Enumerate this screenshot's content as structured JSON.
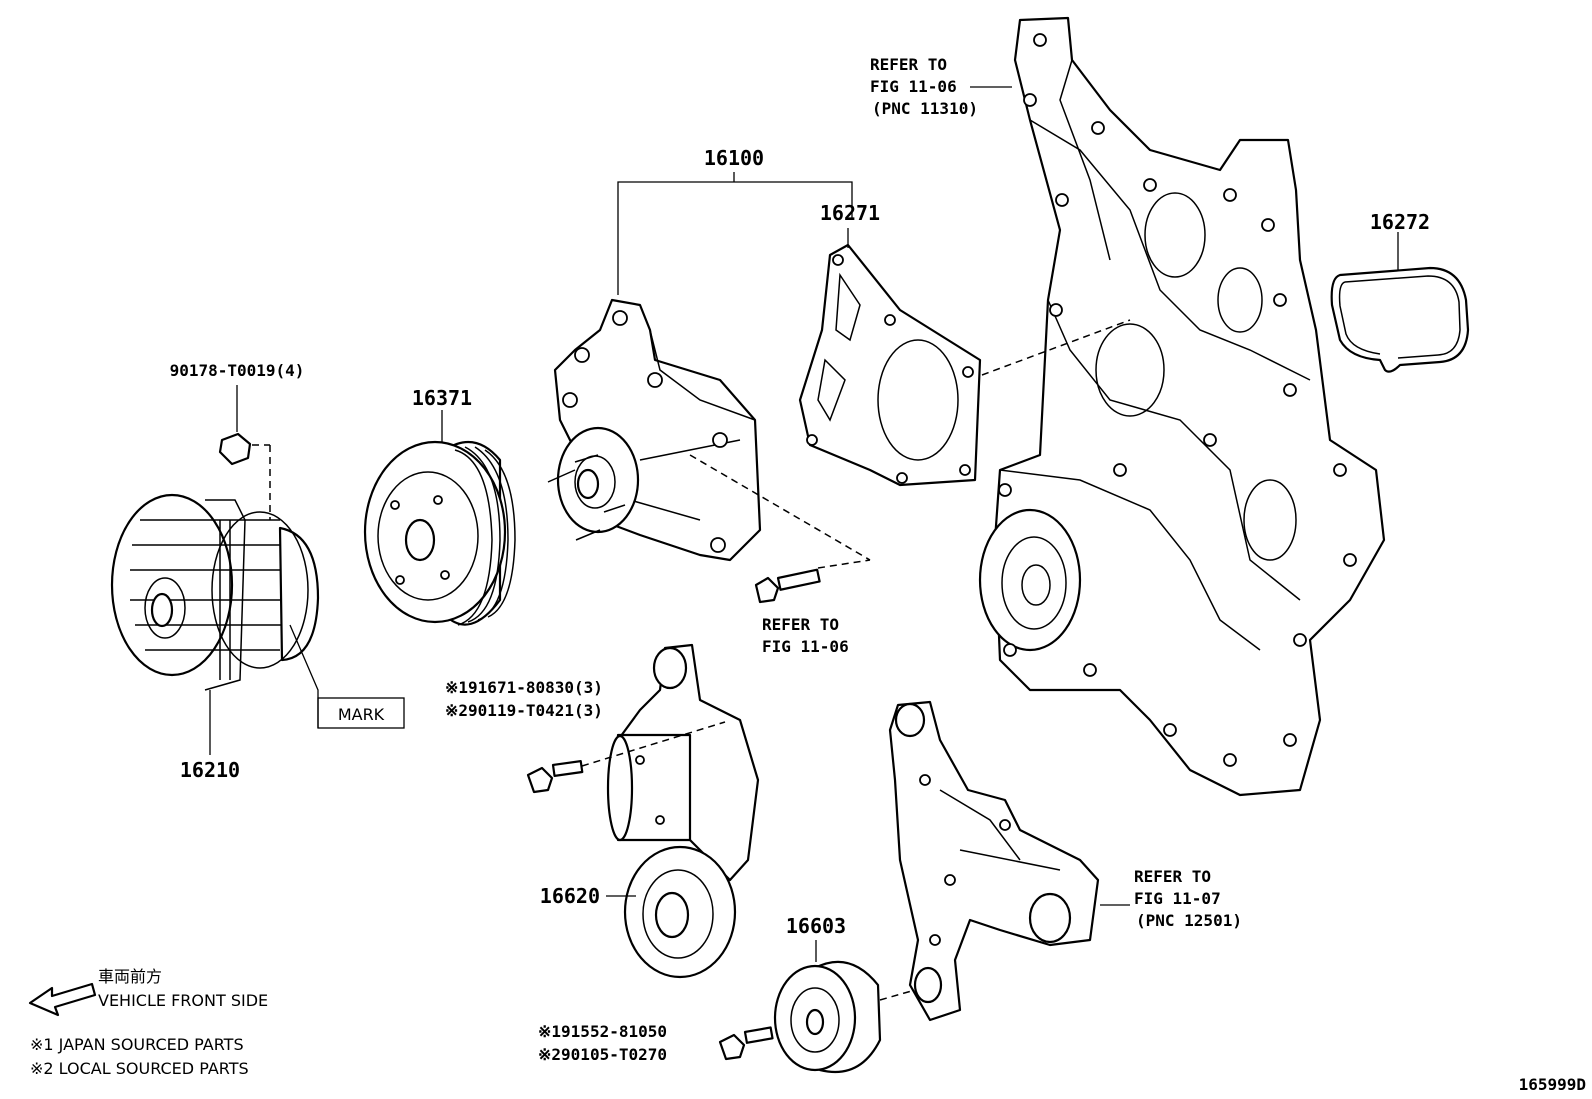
{
  "parts": {
    "p16100": "16100",
    "p16271": "16271",
    "p16272": "16272",
    "p16371": "16371",
    "p16210": "16210",
    "p16620": "16620",
    "p16603": "16603"
  },
  "refs": {
    "ref_cover": {
      "line1": "REFER TO",
      "line2": "FIG 11-06",
      "line3": "(PNC 11310)"
    },
    "ref_bolt": {
      "line1": "REFER TO",
      "line2": "FIG 11-06"
    },
    "ref_bracket": {
      "line1": "REFER TO",
      "line2": "FIG 11-07",
      "line3": "(PNC 12501)"
    }
  },
  "fasteners": {
    "nut": "90178-T0019(4)",
    "tensioner_bolt_1": "※191671-80830(3)",
    "tensioner_bolt_2": "※290119-T0421(3)",
    "idler_bolt_1": "※191552-81050",
    "idler_bolt_2": "※290105-T0270"
  },
  "mark_label": "MARK",
  "legend": {
    "front_jp": "車両前方",
    "front_en": "VEHICLE FRONT SIDE",
    "note1": "※1 JAPAN SOURCED PARTS",
    "note2": "※2 LOCAL SOURCED PARTS"
  },
  "diagram_id": "165999D"
}
